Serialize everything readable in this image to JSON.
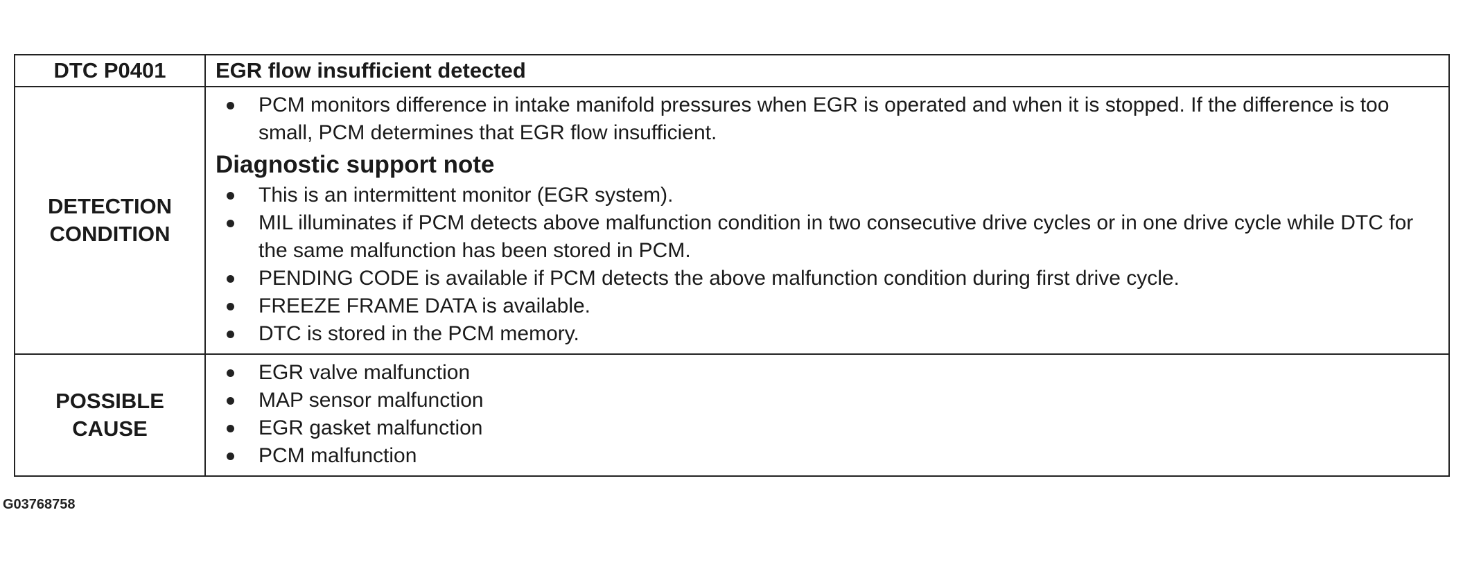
{
  "header": {
    "code": "DTC P0401",
    "title": "EGR flow insufficient detected"
  },
  "detection": {
    "label_line1": "DETECTION",
    "label_line2": "CONDITION",
    "intro_bullets": [
      "PCM monitors difference in intake manifold pressures when EGR is operated and when it is stopped. If the difference is too small, PCM determines that EGR flow insufficient."
    ],
    "subheading": "Diagnostic support note",
    "note_bullets": [
      "This is an intermittent monitor (EGR system).",
      "MIL illuminates if PCM detects above malfunction condition in two consecutive drive cycles or in one drive cycle while DTC for the same malfunction has been stored in PCM.",
      "PENDING CODE is available if PCM detects the above malfunction condition during first drive cycle.",
      "FREEZE FRAME DATA is available.",
      "DTC is stored in the PCM memory."
    ]
  },
  "cause": {
    "label_line1": "POSSIBLE",
    "label_line2": "CAUSE",
    "bullets": [
      "EGR valve malfunction",
      "MAP sensor malfunction",
      "EGR gasket malfunction",
      "PCM malfunction"
    ]
  },
  "figure_id": "G03768758"
}
